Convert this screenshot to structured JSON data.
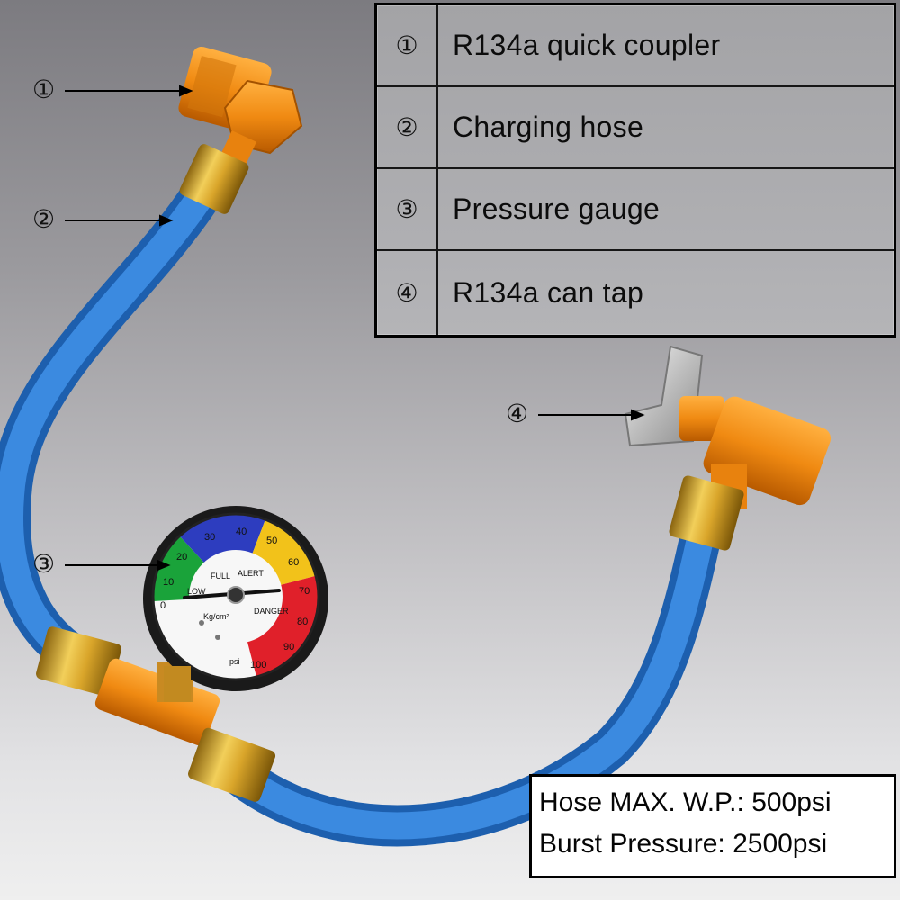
{
  "legend": {
    "items": [
      {
        "num": "①",
        "label": "R134a quick coupler"
      },
      {
        "num": "②",
        "label": "Charging hose"
      },
      {
        "num": "③",
        "label": "Pressure gauge"
      },
      {
        "num": "④",
        "label": "R134a can tap"
      }
    ]
  },
  "callouts": [
    "①",
    "②",
    "③",
    "④"
  ],
  "specs": {
    "max_wp": "Hose MAX. W.P.: 500psi",
    "burst": "Burst Pressure: 2500psi"
  },
  "gauge": {
    "ticks": [
      "0",
      "10",
      "20",
      "30",
      "40",
      "50",
      "60",
      "70",
      "80",
      "90",
      "100"
    ],
    "zones": [
      "LOW",
      "FULL",
      "ALERT",
      "DANGER"
    ],
    "unit": "psi",
    "unit_alt": "Kg/cm²"
  },
  "colors": {
    "hose": "#2f7fd6",
    "brass": "#d7a92b",
    "coupler": "#f28c14",
    "zone_low": "#1aa33a",
    "zone_full": "#2d3dbf",
    "zone_alert": "#f2c21a",
    "zone_danger": "#e0202a"
  }
}
